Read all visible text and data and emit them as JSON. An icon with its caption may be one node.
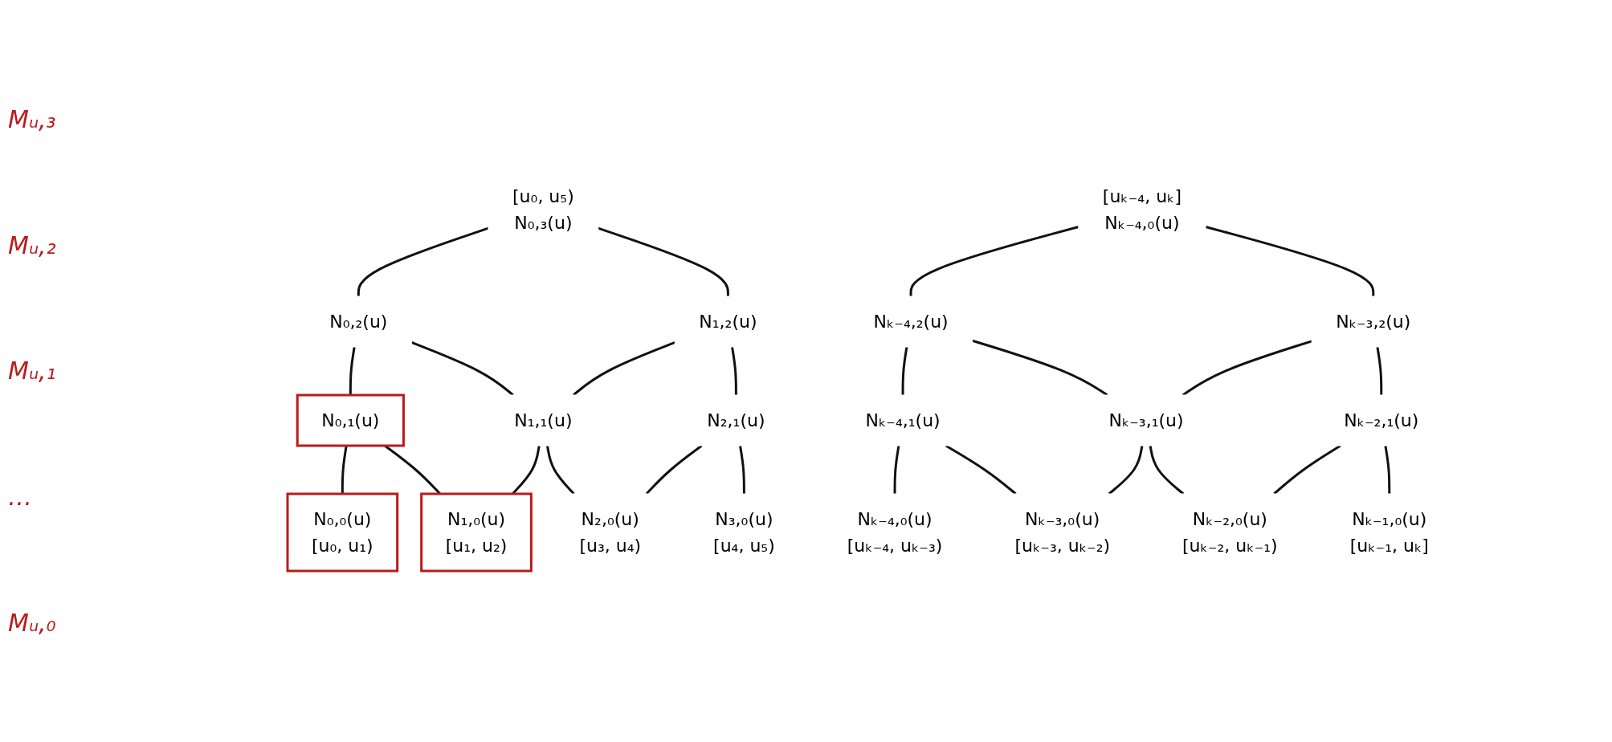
{
  "diagram": {
    "nodes": [
      {
        "text": [
          "[u₀, u₅)",
          "N₀,₃(u)"
        ]
      },
      {
        "text": [
          "[uₖ₋₄, uₖ]",
          "Nₖ₋₄,₀(u)"
        ]
      },
      {
        "text": [
          "N₀,₂(u)"
        ]
      },
      {
        "text": [
          "N₁,₂(u)"
        ]
      },
      {
        "text": [
          "Nₖ₋₄,₂(u)"
        ]
      },
      {
        "text": [
          "Nₖ₋₃,₂(u)"
        ]
      },
      {
        "text": [
          "N₀,₁(u)"
        ]
      },
      {
        "text": [
          "N₁,₁(u)"
        ]
      },
      {
        "text": [
          "N₂,₁(u)"
        ]
      },
      {
        "text": [
          "Nₖ₋₄,₁(u)"
        ]
      },
      {
        "text": [
          "Nₖ₋₃,₁(u)"
        ]
      },
      {
        "text": [
          "Nₖ₋₂,₁(u)"
        ]
      },
      {
        "text": [
          "N₀,₀(u)",
          "[u₀, u₁)"
        ]
      },
      {
        "text": [
          "N₁,₀(u)",
          "[u₁, u₂)"
        ]
      },
      {
        "text": [
          "N₂,₀(u)",
          "[u₃, u₄)"
        ]
      },
      {
        "text": [
          "N₃,₀(u)",
          "[u₄, u₅)"
        ]
      },
      {
        "text": [
          "Nₖ₋₄,₀(u)",
          "[uₖ₋₄, uₖ₋₃)"
        ]
      },
      {
        "text": [
          "Nₖ₋₃,₀(u)",
          "[uₖ₋₃, uₖ₋₂)"
        ]
      },
      {
        "text": [
          "Nₖ₋₂,₀(u)",
          "[uₖ₋₂, uₖ₋₁)"
        ]
      },
      {
        "text": [
          "Nₖ₋₁,₀(u)",
          "[uₖ₋₁, uₖ]"
        ]
      }
    ],
    "edges": [
      {
        "from": 0,
        "to": 2,
        "arrow": "none"
      },
      {
        "from": 0,
        "to": 3,
        "arrow": "none"
      },
      {
        "from": 1,
        "to": 4,
        "arrow": "none"
      },
      {
        "from": 1,
        "to": 5,
        "arrow": "none"
      },
      {
        "from": 2,
        "to": 6,
        "arrow": "none"
      },
      {
        "from": 2,
        "to": 7,
        "arrow": "none"
      },
      {
        "from": 3,
        "to": 7,
        "arrow": "none"
      },
      {
        "from": 3,
        "to": 8,
        "arrow": "none"
      },
      {
        "from": 4,
        "to": 9,
        "arrow": "none"
      },
      {
        "from": 4,
        "to": 10,
        "arrow": "none"
      },
      {
        "from": 5,
        "to": 10,
        "arrow": "none"
      },
      {
        "from": 5,
        "to": 11,
        "arrow": "none"
      },
      {
        "from": 6,
        "to": 12,
        "arrow": "none"
      },
      {
        "from": 6,
        "to": 13,
        "arrow": "none"
      },
      {
        "from": 7,
        "to": 13,
        "arrow": "none"
      },
      {
        "from": 7,
        "to": 14,
        "arrow": "none"
      },
      {
        "from": 8,
        "to": 14,
        "arrow": "none"
      },
      {
        "from": 8,
        "to": 15,
        "arrow": "none"
      },
      {
        "from": 9,
        "to": 16,
        "arrow": "none"
      },
      {
        "from": 9,
        "to": 17,
        "arrow": "none"
      },
      {
        "from": 10,
        "to": 17,
        "arrow": "none"
      },
      {
        "from": 10,
        "to": 18,
        "arrow": "none"
      },
      {
        "from": 11,
        "to": 18,
        "arrow": "none"
      },
      {
        "from": 11,
        "to": 19,
        "arrow": "none"
      }
    ],
    "labels": [
      "Mᵤ,₃",
      "Mᵤ,₂",
      "Mᵤ,₁",
      "…",
      "Mᵤ,₀"
    ]
  }
}
